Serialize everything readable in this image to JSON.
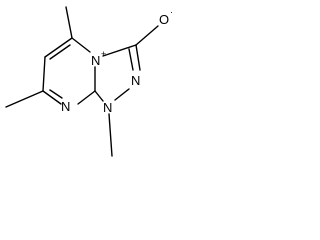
{
  "molecule": {
    "atoms": [
      {
        "id": "N_plus",
        "label": "N",
        "charge": "+"
      },
      {
        "id": "N_left",
        "label": "N"
      },
      {
        "id": "N_bottom",
        "label": "N"
      },
      {
        "id": "N_right",
        "label": "N"
      },
      {
        "id": "O_radical",
        "label": "O",
        "charge": "·"
      }
    ],
    "colors": {
      "ink": "#000000",
      "background": "#ffffff"
    }
  }
}
